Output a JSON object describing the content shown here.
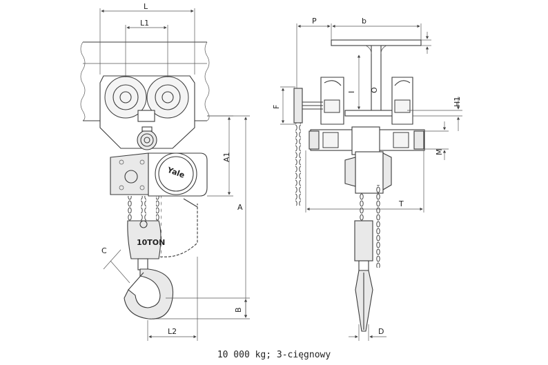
{
  "dimensions": {
    "L": "L",
    "L1": "L1",
    "L2": "L2",
    "A": "A",
    "A1": "A1",
    "B": "B",
    "C": "C",
    "P": "P",
    "b": "b",
    "F": "F",
    "H1": "H1",
    "M": "M",
    "T": "T",
    "D": "D",
    "I": "I",
    "O": "O"
  },
  "nameplate": {
    "brand": "Yale",
    "capacity": "10TON"
  },
  "caption": "10 000 kg; 3-cięgnowy"
}
